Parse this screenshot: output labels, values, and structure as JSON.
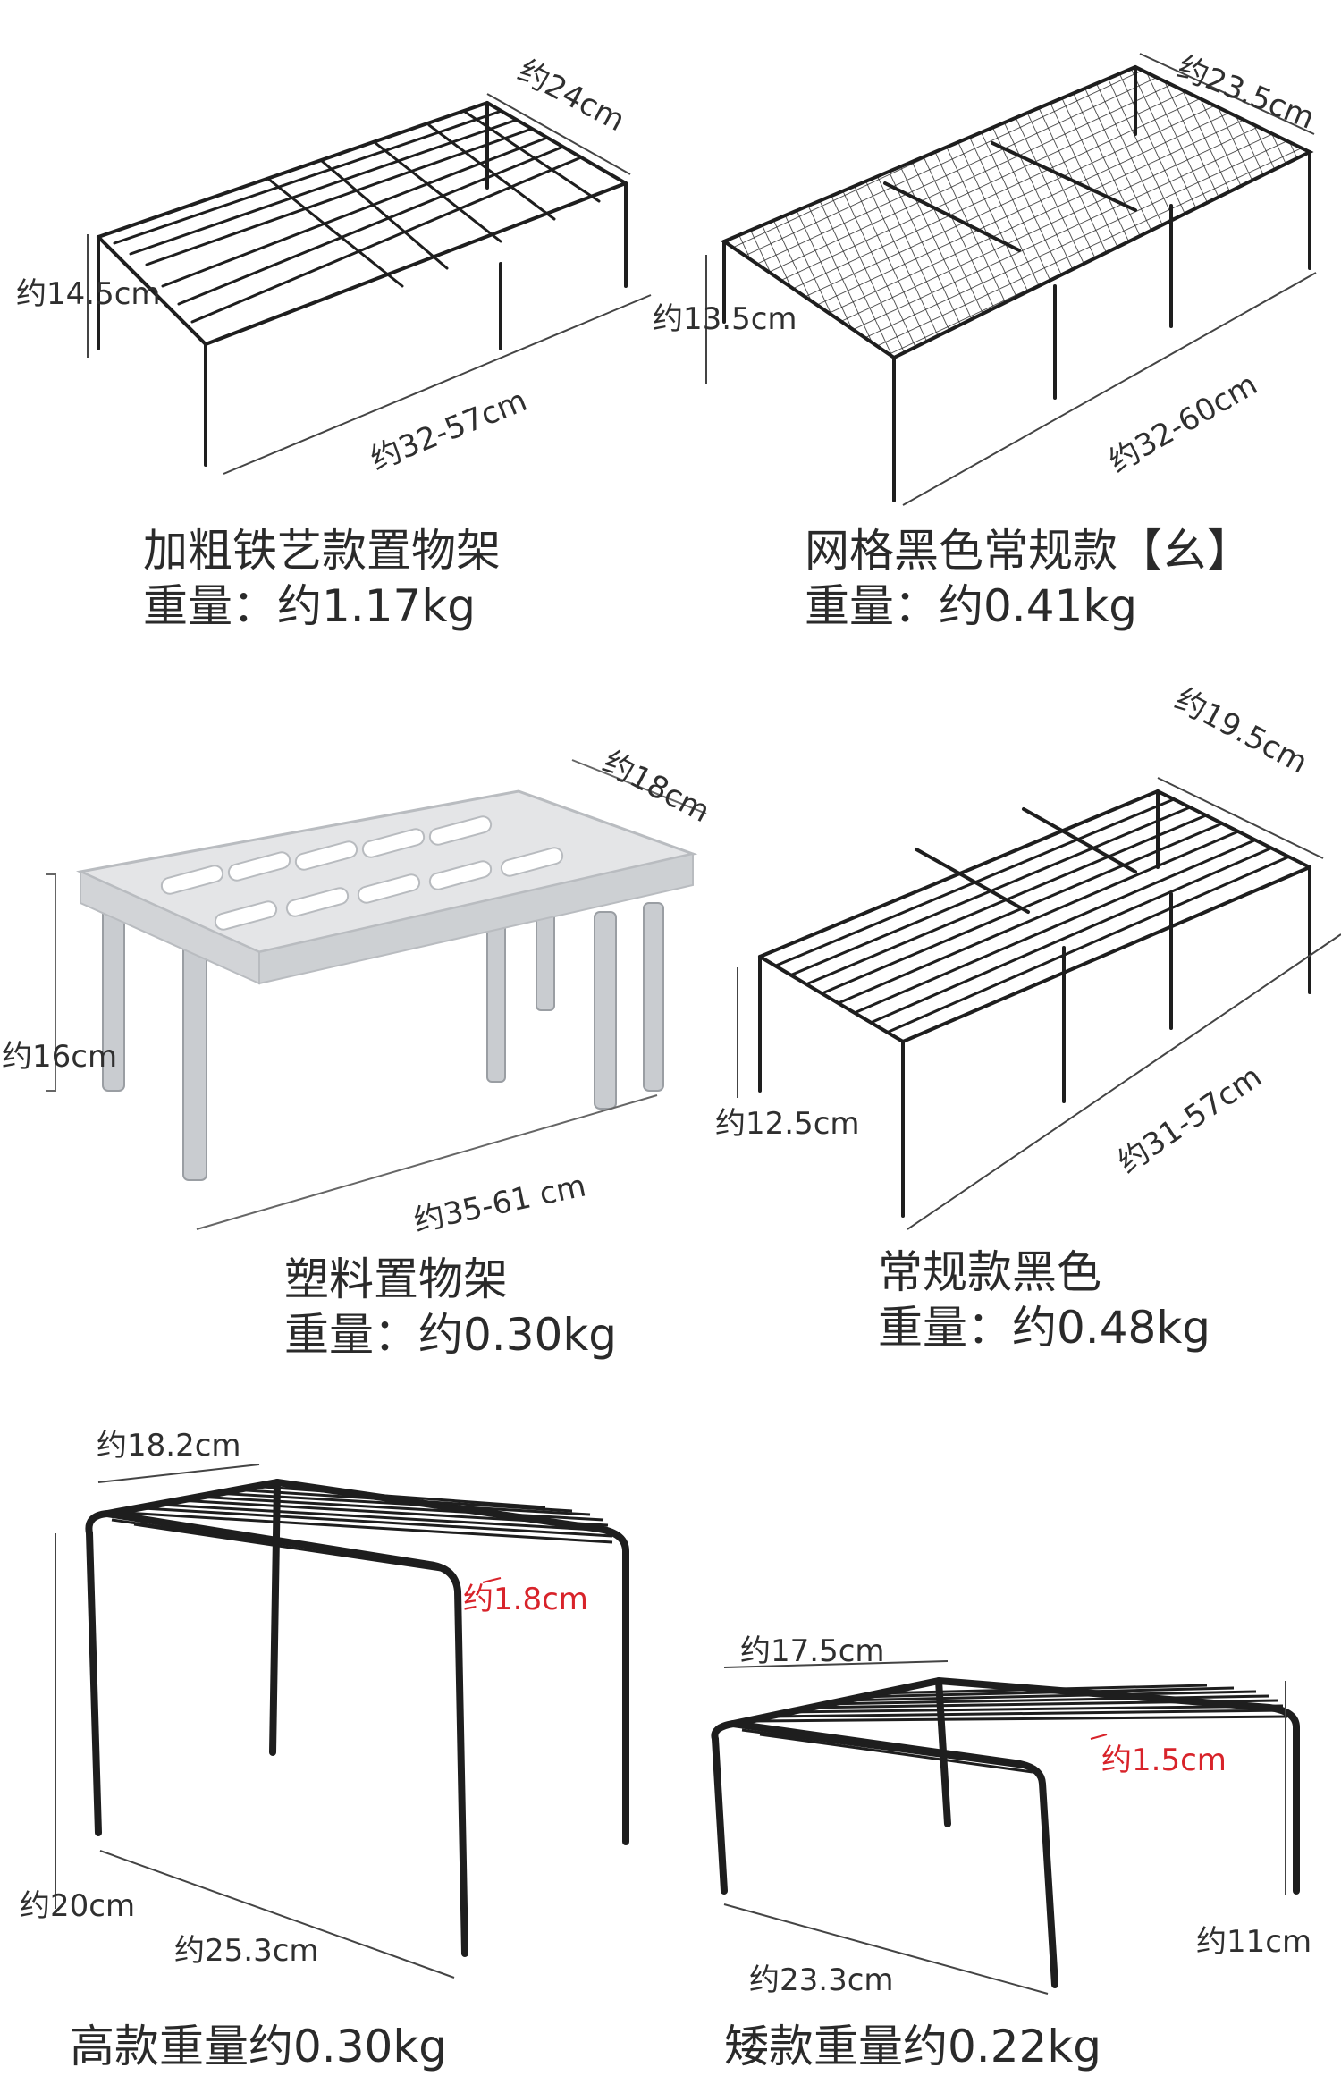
{
  "products": [
    {
      "id": "thick-iron",
      "name": "加粗铁艺款置物架",
      "weight": "重量：约1.17kg",
      "dims": {
        "depth": "约24cm",
        "height": "约14.5cm",
        "length": "约32-57cm"
      },
      "finish": "black wire"
    },
    {
      "id": "grid-black",
      "name": "网格黑色常规款【幺】",
      "weight": "重量：约0.41kg",
      "dims": {
        "depth": "约23.5cm",
        "height": "约13.5cm",
        "length": "约32-60cm"
      },
      "finish": "black mesh"
    },
    {
      "id": "plastic",
      "name": "塑料置物架",
      "weight": "重量：约0.30kg",
      "dims": {
        "depth": "约18cm",
        "height": "约16cm",
        "length": "约35-61 cm"
      },
      "finish": "grey plastic, steel legs"
    },
    {
      "id": "regular-black",
      "name": "常规款黑色",
      "weight": "重量：约0.48kg",
      "dims": {
        "depth": "约19.5cm",
        "height": "约12.5cm",
        "length": "约31-57cm"
      },
      "finish": "black wire"
    },
    {
      "id": "tall",
      "name": "高款重量约0.30kg",
      "dims": {
        "depth": "约18.2cm",
        "height": "约20cm",
        "length": "约25.3cm",
        "tube": "约1.8cm"
      },
      "finish": "black wire"
    },
    {
      "id": "short",
      "name": "矮款重量约0.22kg",
      "dims": {
        "depth": "约17.5cm",
        "height": "约11cm",
        "length": "约23.3cm",
        "tube": "约1.5cm"
      },
      "finish": "black wire"
    }
  ],
  "colors": {
    "wire": "#1e1e1e",
    "dim_line": "#444444",
    "accent_red": "#d8232a",
    "plastic": "#e4e5e7",
    "steel": "#c9ccd0"
  }
}
